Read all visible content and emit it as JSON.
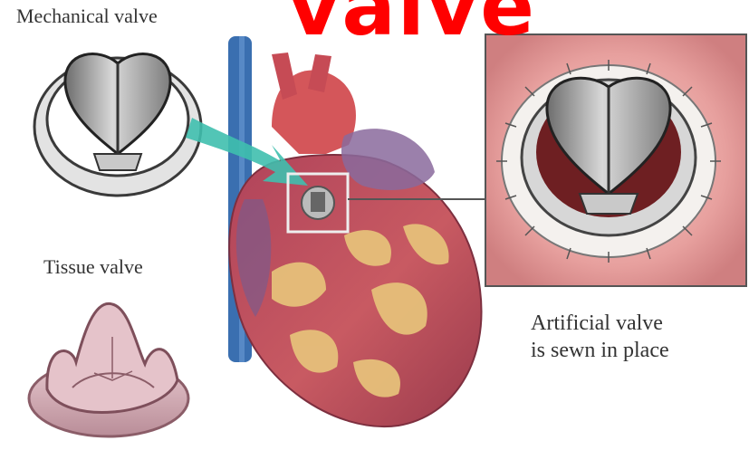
{
  "heading": {
    "text": "valve",
    "color": "#ff0000"
  },
  "labels": {
    "mechanical": "Mechanical valve",
    "tissue": "Tissue valve",
    "artificial_line1": "Artificial valve",
    "artificial_line2": "is sewn in place"
  },
  "colors": {
    "heart": "#c8505c",
    "fat": "#e6c07a",
    "vein": "#3a6fb0",
    "arrow": "#3fbfae",
    "inset_bg": "#e59a98",
    "tissue": "#d9b3bd"
  }
}
